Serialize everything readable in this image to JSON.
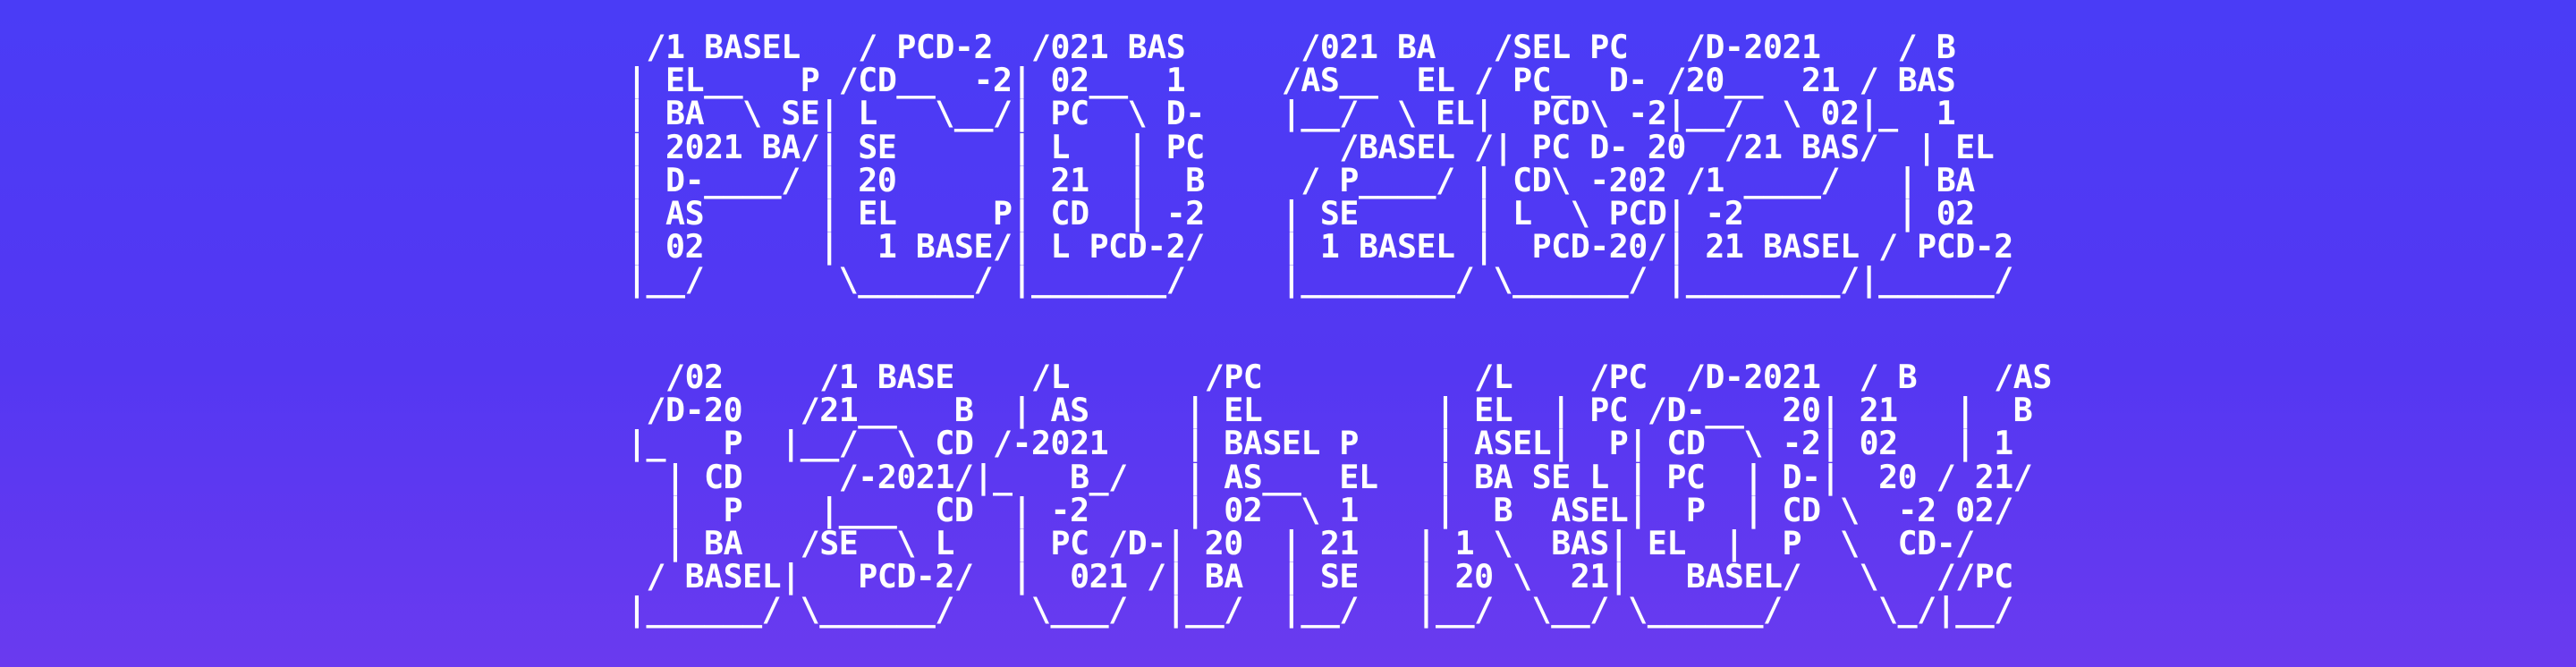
{
  "banner": {
    "top_lines": [
      " /1 BASEL   / PCD-2  /021 BAS      /021 BA   /SEL PC   /D-2021    / B",
      "| EL__   P /CD__  -2| 02__  1     /AS__  EL / PC_  D- /20__  21 / BAS",
      "| BA  \\ SE| L   \\__/| PC  \\ D-    |__/  \\ EL|  PCD\\ -2|__/  \\ 02|_  1",
      "| 2021 BA/| SE      | L   | PC       /BASEL /| PC D- 20  /21 BAS/  | EL",
      "| D-____/ | 20      | 21  |  B     / P____/ | CD\\ -202 /1 ____/   | BA",
      "| AS      | EL     P| CD  | -2    | SE      | L  \\ PCD| -2        | 02",
      "| 02      |  1 BASE/| L PCD-2/    | 1 BASEL |  PCD-20/| 21 BASEL / PCD-2",
      "|__/       \\______/ |_______/     |________/ \\______/ |________/|______/"
    ],
    "bottom_lines": [
      "  /02     /1 BASE    /L       /PC           /L    /PC  /D-2021  / B    /AS",
      " /D-20   /21__   B  | AS     | EL         | EL  | PC /D-__  20| 21   |  B",
      "|_   P  |__/  \\ CD /-2021    | BASEL P    | ASEL|  P| CD  \\ -2| 02   | 1",
      "  | CD     /-2021/|_   B_/   | AS__  EL   | BA SE L | PC  | D-|  20 / 21/",
      "  |  P    |___  CD  | -2     | 02  \\ 1    |  B  ASEL|  P  | CD \\  -2 02/",
      "  | BA   /SE  \\ L   | PC /D-| 20  | 21   | 1 \\  BAS| EL  |  P  \\  CD-/",
      " / BASEL|   PCD-2/  |  021 /| BA  | SE   | 20 \\  21|   BASEL/   \\   //PC",
      "|______/ \\______/    \\___/  |__/  |__/   |__/  \\__/ \\______/     \\_/|__/"
    ]
  }
}
